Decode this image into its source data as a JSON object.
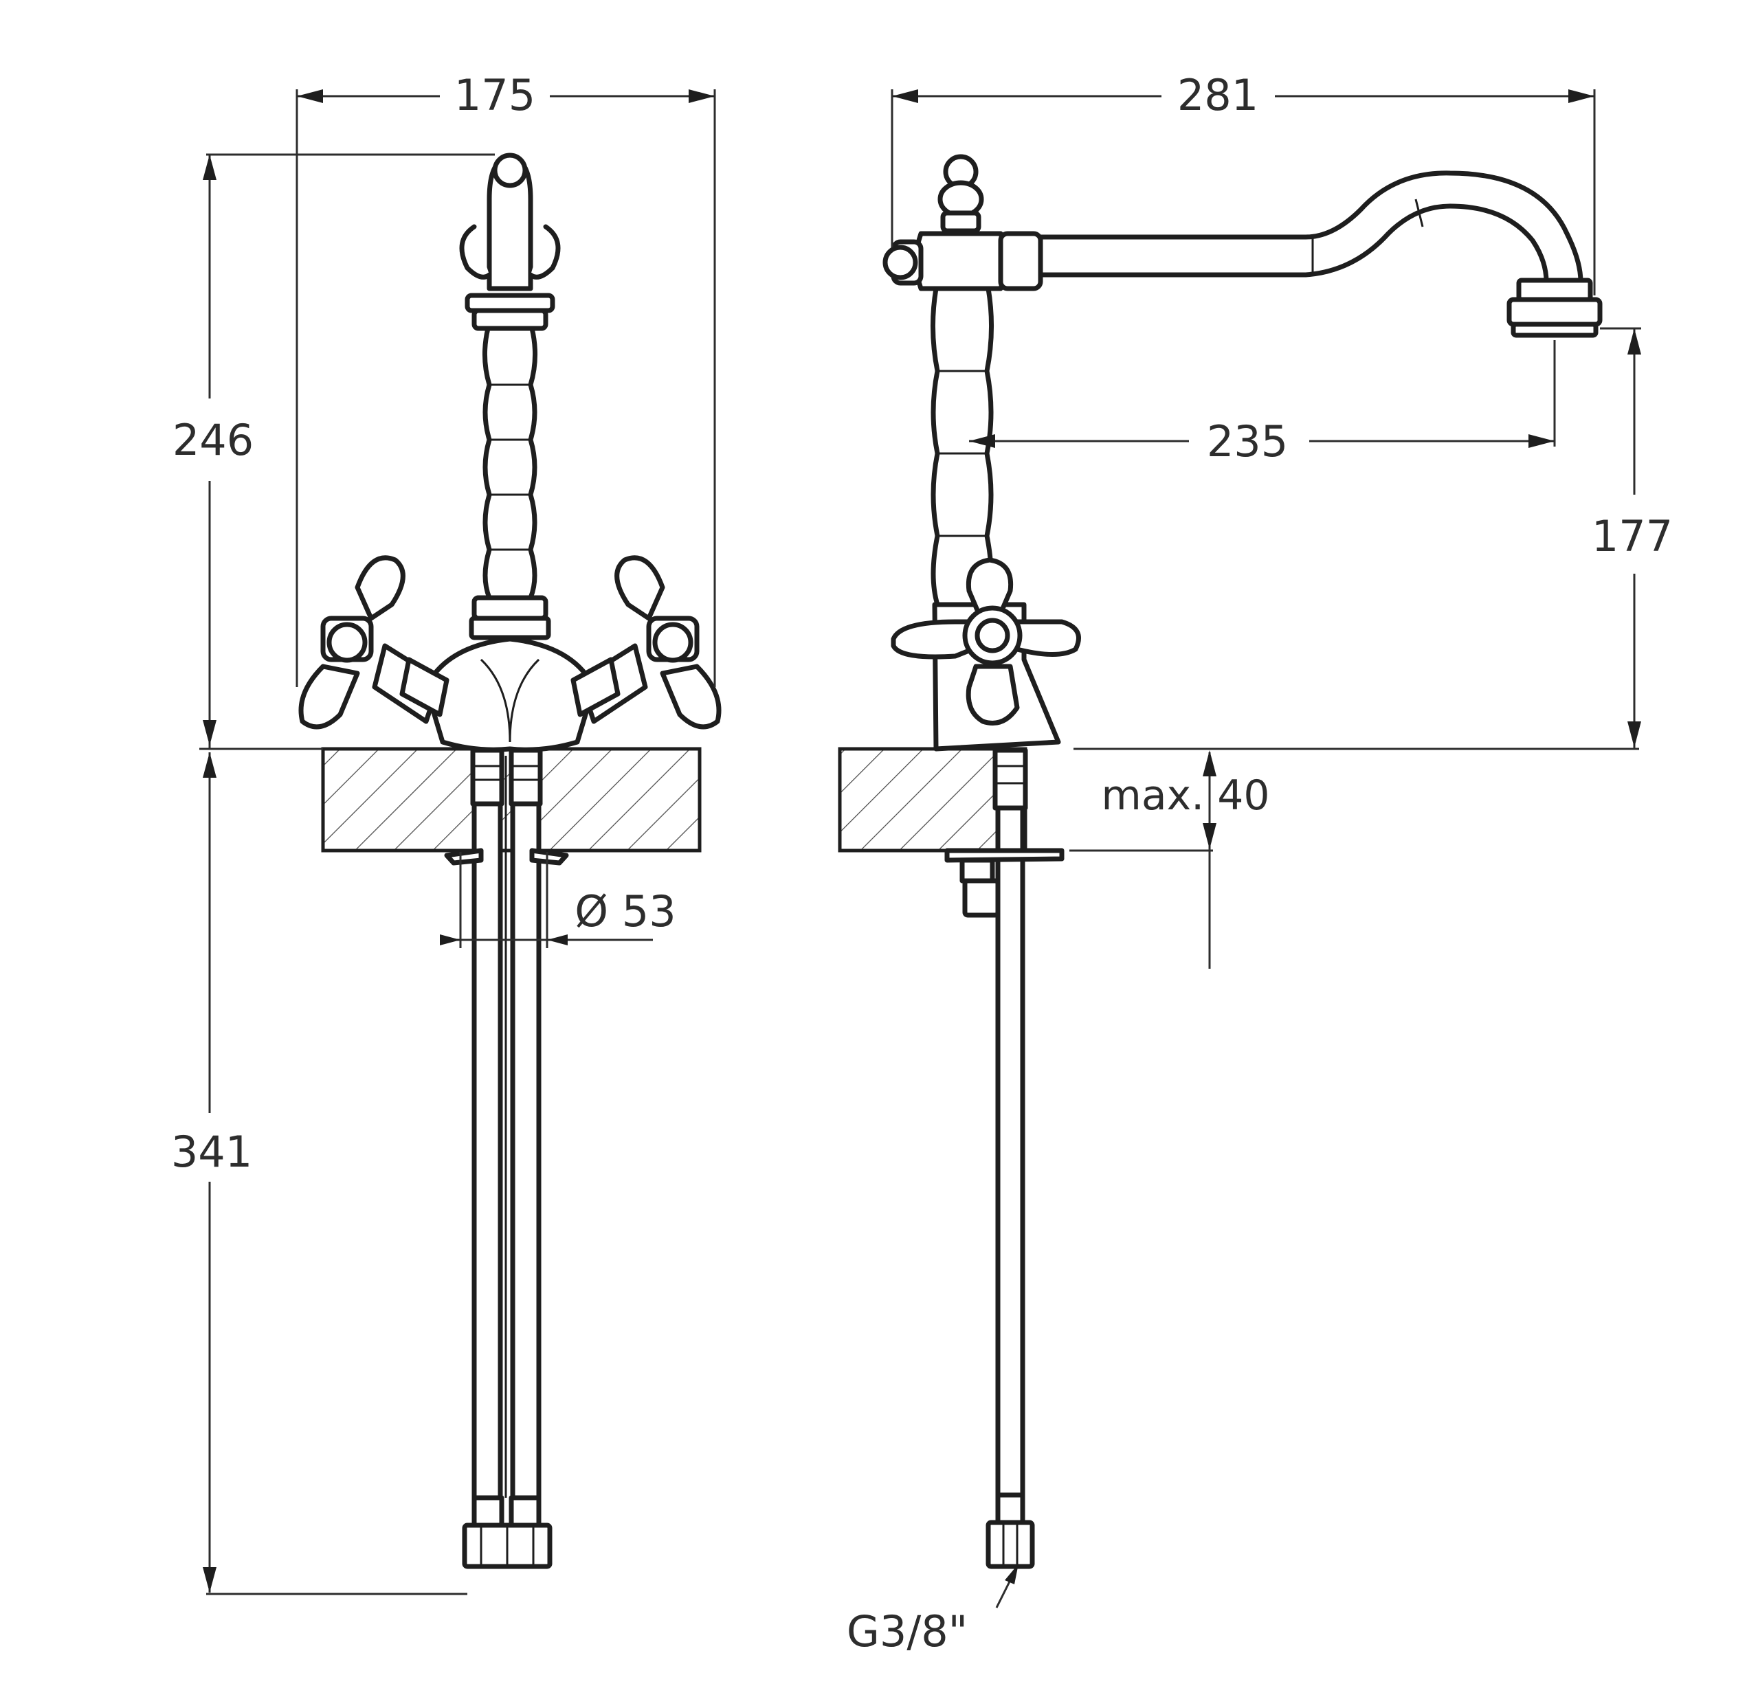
{
  "dimensions": {
    "front_width": "175",
    "front_height_above": "246",
    "front_height_below": "341",
    "hole_diameter": "Ø 53",
    "side_width": "281",
    "spout_reach": "235",
    "spout_height": "177",
    "max_thickness": "max. 40",
    "connection_thread": "G3/8\""
  },
  "colors": {
    "line": "#1e1e1e",
    "dimension_line": "#2d2d2d",
    "background": "#ffffff"
  }
}
